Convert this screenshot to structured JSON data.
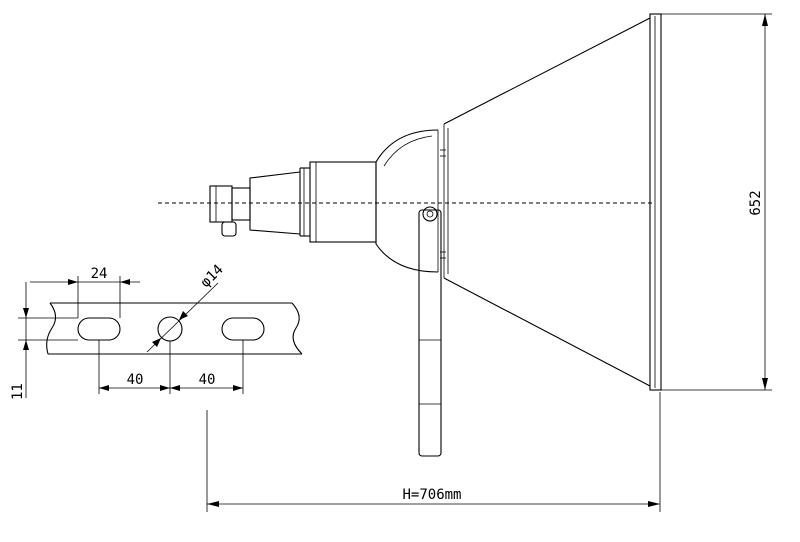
{
  "dimensions": {
    "slot_width": "24",
    "hole_diameter": "φ14",
    "pitch_left": "40",
    "pitch_right": "40",
    "strip_height": "11",
    "lamp_height": "652",
    "overall_length": "H=706mm"
  }
}
